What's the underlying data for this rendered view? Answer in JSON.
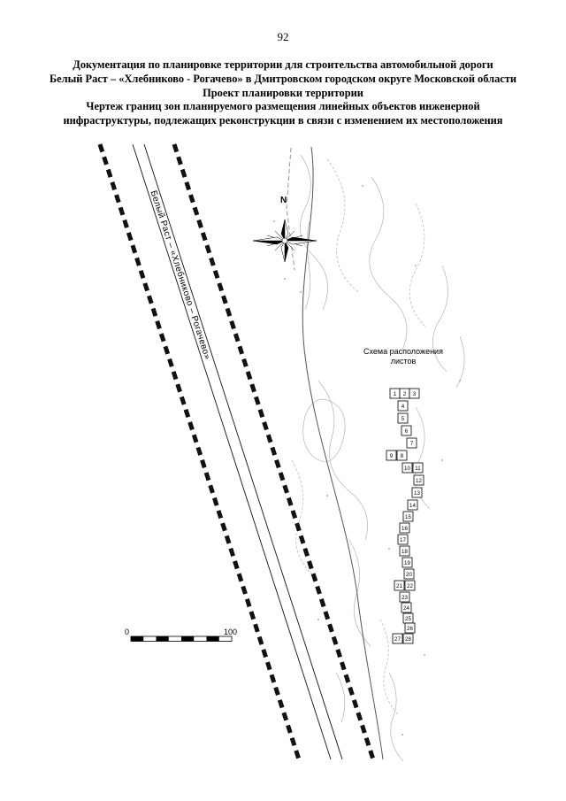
{
  "page_number": "92",
  "title": {
    "lines": [
      "Документация по планировке территории для строительства автомобильной дороги",
      "Белый Раст – «Хлебниково - Рогачево» в Дмитровском городском округе Московской области",
      "Проект планировки территории",
      "Чертеж границ зон планируемого размещения линейных объектов инженерной",
      "инфраструктуры, подлежащих реконструкции в связи с изменением их местоположения"
    ]
  },
  "map": {
    "road_label": "Белый Раст – «Хлебниково – Рогачево»",
    "north_label": "N",
    "scheme_label": [
      "Схема расположения",
      "листов"
    ],
    "scale": {
      "start": "0",
      "end": "100"
    },
    "sheets": {
      "numbers": [
        "1",
        "2",
        "3",
        "4",
        "5",
        "6",
        "7",
        "8",
        "9",
        "10",
        "11",
        "12",
        "13",
        "14",
        "15",
        "16",
        "17",
        "18",
        "19",
        "20",
        "21",
        "22",
        "23",
        "24",
        "25",
        "26",
        "27",
        "28"
      ]
    }
  },
  "colors": {
    "ink": "#000000",
    "contour": "#b3b3b3"
  }
}
